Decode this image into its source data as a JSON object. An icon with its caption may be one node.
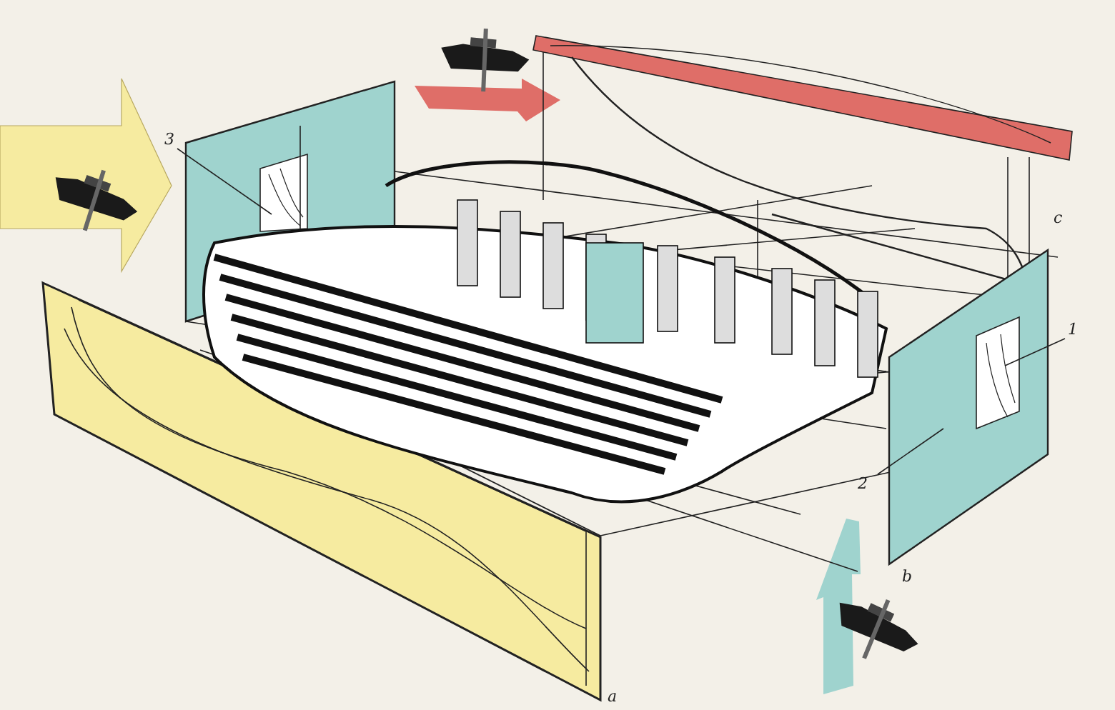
{
  "diagram": {
    "nodes": [
      {
        "text": [
          "1"
        ]
      },
      {
        "text": [
          "2"
        ]
      },
      {
        "text": [
          "3"
        ]
      }
    ],
    "edges": [
      {
        "from": 0,
        "to": null,
        "arrow": "none"
      },
      {
        "from": 1,
        "to": null,
        "arrow": "none"
      },
      {
        "from": 2,
        "to": null,
        "arrow": "none"
      }
    ],
    "labels": [
      "c",
      "b",
      "a"
    ]
  }
}
